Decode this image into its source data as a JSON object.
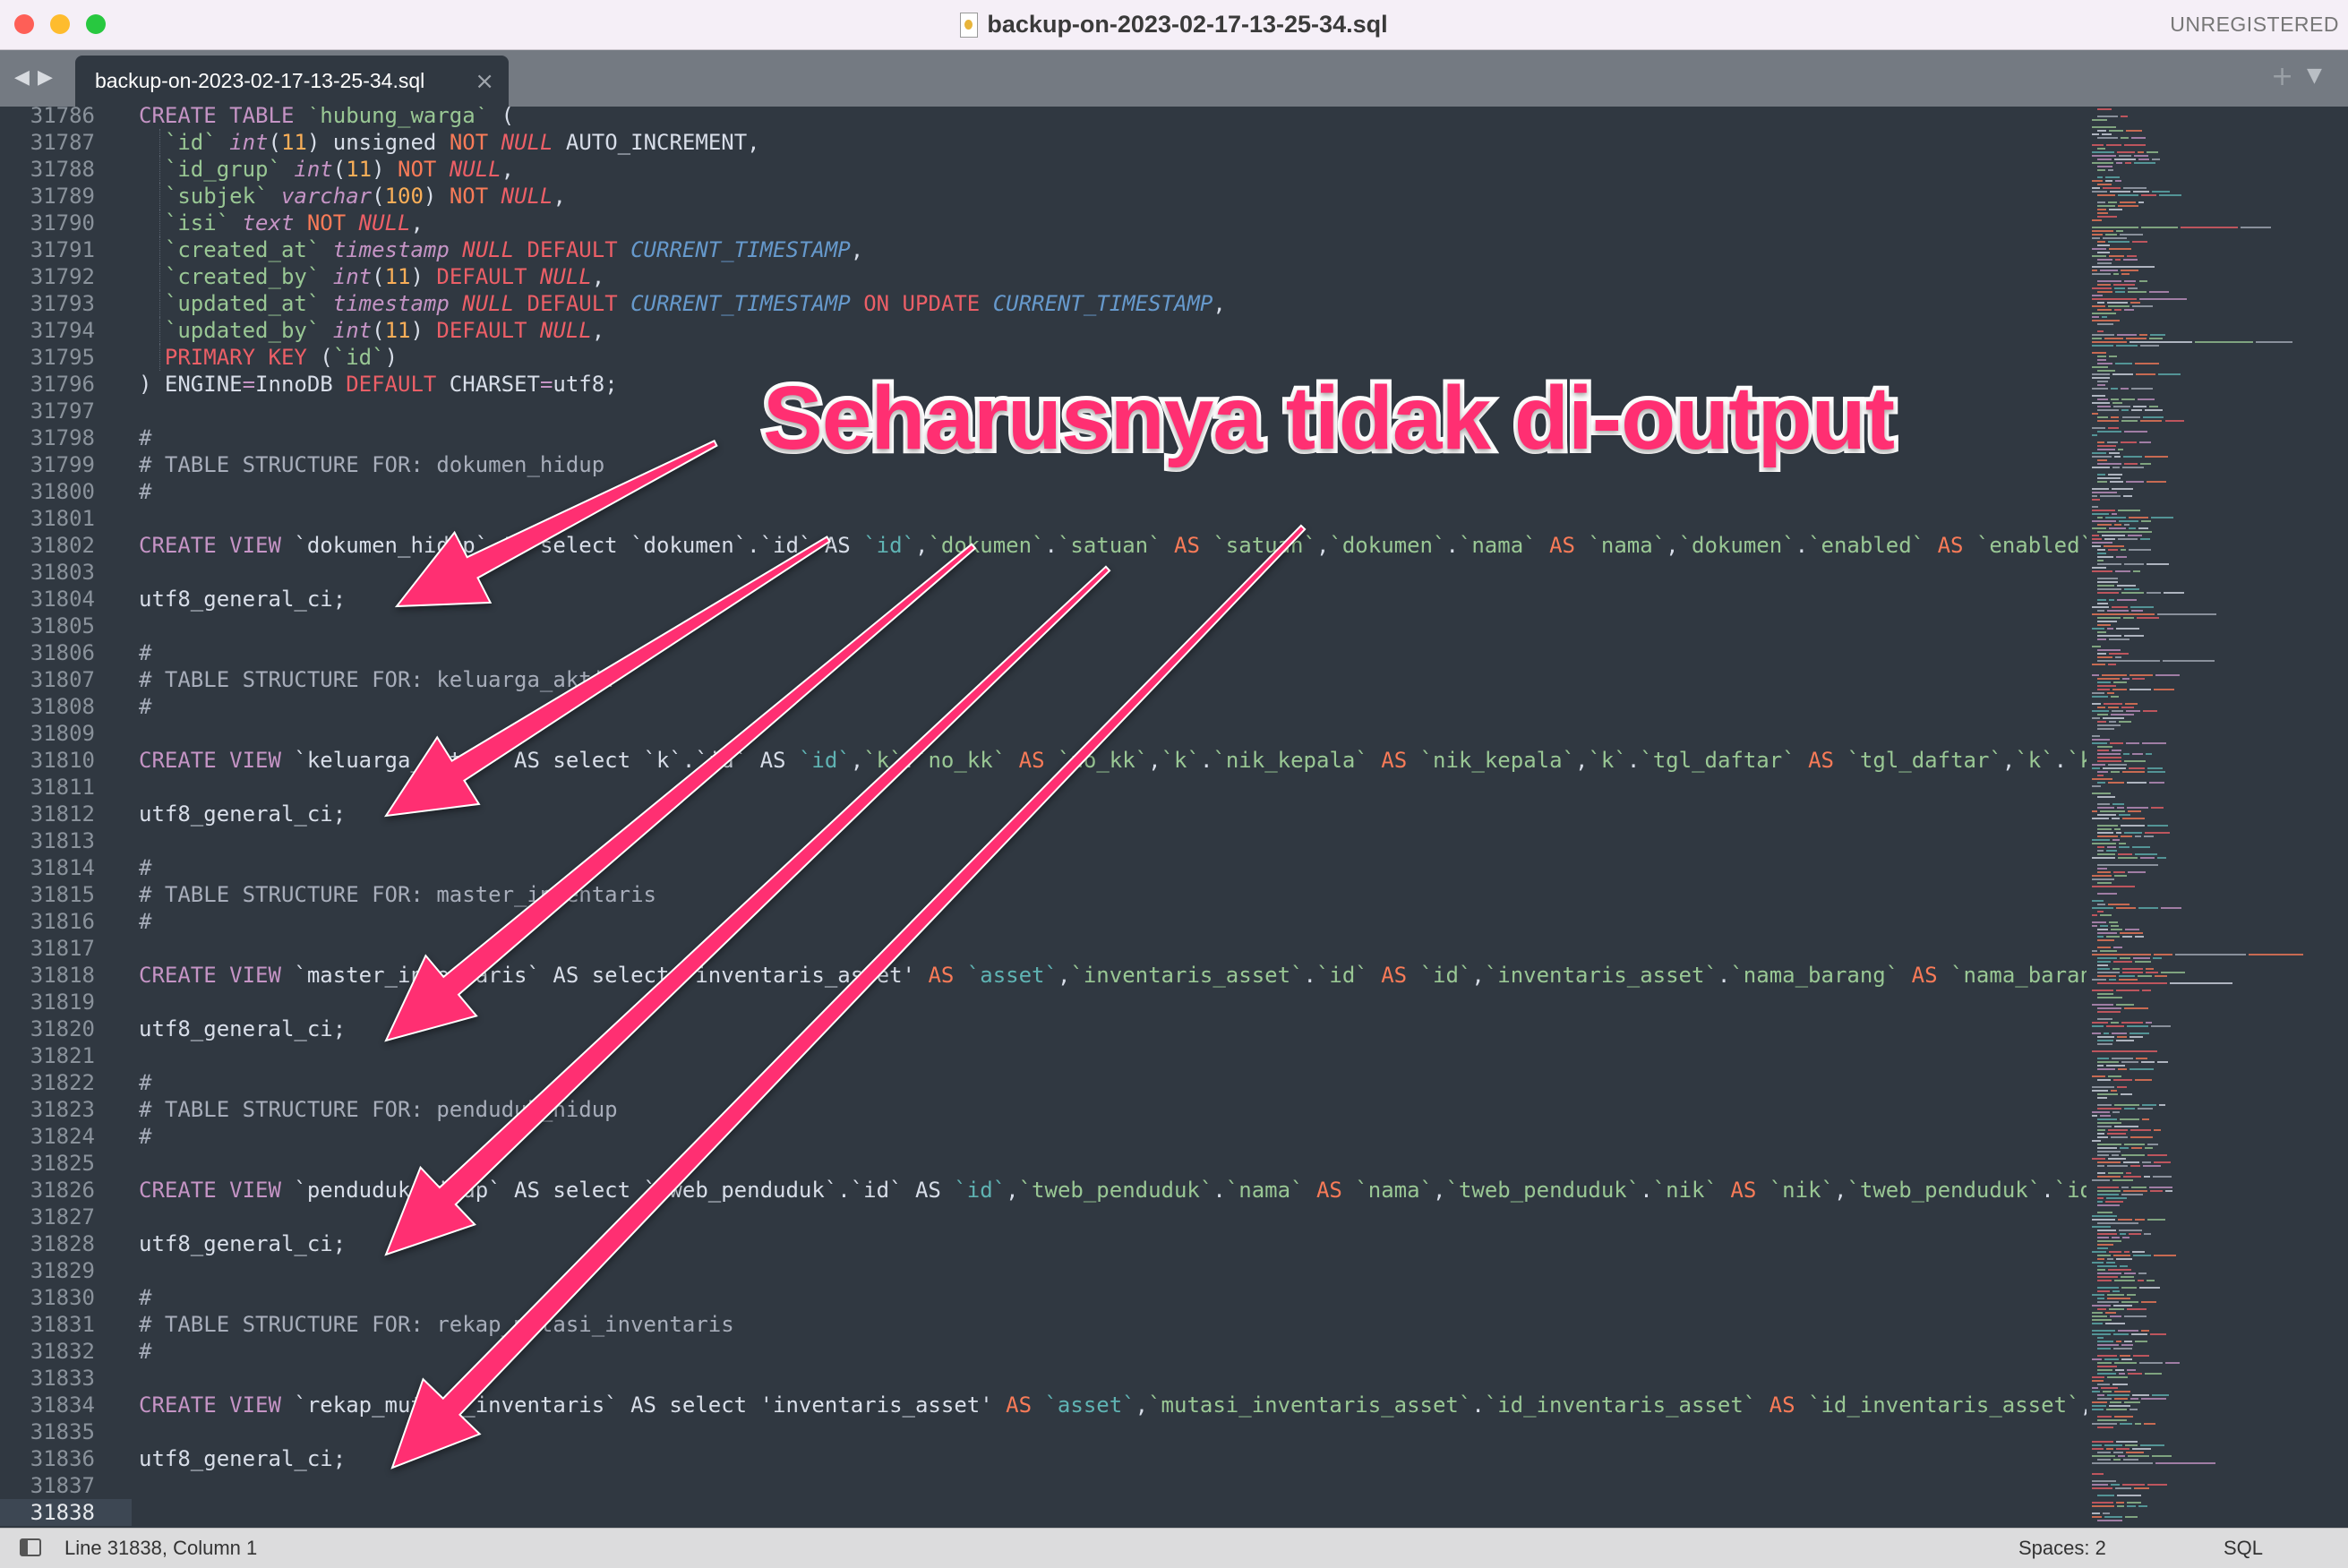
{
  "window": {
    "title": "backup-on-2023-02-17-13-25-34.sql",
    "registration": "UNREGISTERED",
    "traffic_lights": {
      "close": "#fe5f57",
      "minimize": "#febc2e",
      "zoom": "#28c840"
    }
  },
  "tabbar": {
    "back_icon": "triangle-left-icon",
    "forward_icon": "triangle-right-icon",
    "tabs": [
      {
        "label": "backup-on-2023-02-17-13-25-34.sql",
        "close": "×",
        "active": true
      }
    ],
    "new_tab": "+",
    "tab_menu": "▼"
  },
  "editor": {
    "first_line_number": 31786,
    "current_line": 31838,
    "lines": [
      "CREATE TABLE `hubung_warga` (",
      "  `id` int(11) unsigned NOT NULL AUTO_INCREMENT,",
      "  `id_grup` int(11) NOT NULL,",
      "  `subjek` varchar(100) NOT NULL,",
      "  `isi` text NOT NULL,",
      "  `created_at` timestamp NULL DEFAULT CURRENT_TIMESTAMP,",
      "  `created_by` int(11) DEFAULT NULL,",
      "  `updated_at` timestamp NULL DEFAULT CURRENT_TIMESTAMP ON UPDATE CURRENT_TIMESTAMP,",
      "  `updated_by` int(11) DEFAULT NULL,",
      "  PRIMARY KEY (`id`)",
      ") ENGINE=InnoDB DEFAULT CHARSET=utf8;",
      "",
      "#",
      "# TABLE STRUCTURE FOR: dokumen_hidup",
      "#",
      "",
      "CREATE VIEW `dokumen_hidup` AS select `dokumen`.`id` AS `id`,`dokumen`.`satuan` AS `satuan`,`dokumen`.`nama` AS `nama`,`dokumen`.`enabled` AS `enabled`,`dokumen`.`",
      "",
      "utf8_general_ci;",
      "",
      "#",
      "# TABLE STRUCTURE FOR: keluarga_aktif",
      "#",
      "",
      "CREATE VIEW `keluarga_aktif` AS select `k`.`id` AS `id`,`k`.`no_kk` AS `no_kk`,`k`.`nik_kepala` AS `nik_kepala`,`k`.`tgl_daftar` AS `tgl_daftar`,`k`.`kelas_sosial`",
      "",
      "utf8_general_ci;",
      "",
      "#",
      "# TABLE STRUCTURE FOR: master_inventaris",
      "#",
      "",
      "CREATE VIEW `master_inventaris` AS select 'inventaris_asset' AS `asset`,`inventaris_asset`.`id` AS `id`,`inventaris_asset`.`nama_barang` AS `nama_barang`,`inventaris_asset`",
      "",
      "utf8_general_ci;",
      "",
      "#",
      "# TABLE STRUCTURE FOR: penduduk_hidup",
      "#",
      "",
      "CREATE VIEW `penduduk_hidup` AS select `tweb_penduduk`.`id` AS `id`,`tweb_penduduk`.`nama` AS `nama`,`tweb_penduduk`.`nik` AS `nik`,`tweb_penduduk`.`id_kk` AS `id_kk`",
      "",
      "utf8_general_ci;",
      "",
      "#",
      "# TABLE STRUCTURE FOR: rekap_mutasi_inventaris",
      "#",
      "",
      "CREATE VIEW `rekap_mutasi_inventaris` AS select 'inventaris_asset' AS `asset`,`mutasi_inventaris_asset`.`id_inventaris_asset` AS `id_inventaris_asset`,`mutasi_inventaris_asset`",
      "",
      "utf8_general_ci;",
      "",
      ""
    ]
  },
  "annotation": {
    "text": "Seharusnya tidak di-output",
    "color": "#ff2f72",
    "arrow_count": 5
  },
  "statusbar": {
    "position": "Line 31838, Column 1",
    "indentation": "Spaces: 2",
    "syntax": "SQL"
  }
}
